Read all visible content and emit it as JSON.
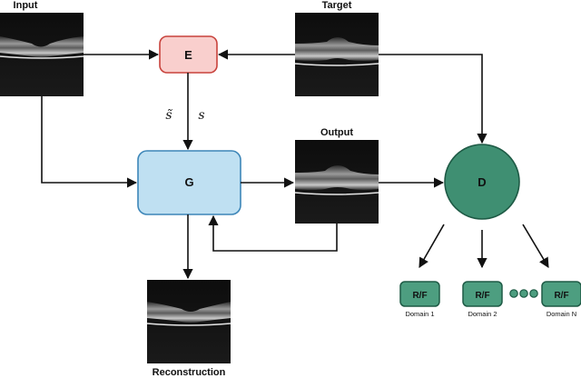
{
  "labels": {
    "input": "Input",
    "target": "Target",
    "output": "Output",
    "reconstruction": "Reconstruction"
  },
  "nodes": {
    "encoder": "E",
    "generator": "G",
    "discriminator": "D"
  },
  "style_codes": {
    "style_random": "s̃",
    "style_encoded": "s"
  },
  "heads": [
    {
      "label": "R/F",
      "domain": "Domain 1"
    },
    {
      "label": "R/F",
      "domain": "Domain 2"
    },
    {
      "label": "R/F",
      "domain": "Domain N"
    }
  ],
  "colors": {
    "encoder_fill": "#f9cfcd",
    "encoder_stroke": "#c8423c",
    "generator_fill": "#bfe0f2",
    "generator_stroke": "#3d86b8",
    "discriminator_fill": "#3f8f72",
    "discriminator_stroke": "#1e5a45",
    "head_fill": "#4d9e80",
    "head_stroke": "#1e5a45"
  }
}
